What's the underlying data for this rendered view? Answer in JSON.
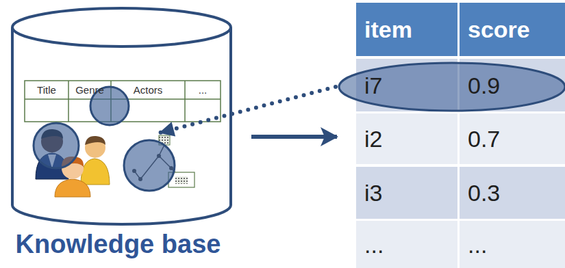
{
  "diagram": {
    "nodes": [
      {
        "text": [
          "Knowledge base"
        ]
      },
      {
        "text": [
          "item",
          "score",
          "i7",
          "0.9",
          "i2",
          "0.7",
          "i3",
          "0.3",
          "...",
          "..."
        ]
      }
    ],
    "edges": [
      {
        "from": 0,
        "to": 1,
        "arrow": "to"
      },
      {
        "from": 1,
        "to": 0,
        "arrow": "to"
      }
    ],
    "labels": [
      "Title",
      "Genre",
      "Actors",
      "..."
    ]
  }
}
